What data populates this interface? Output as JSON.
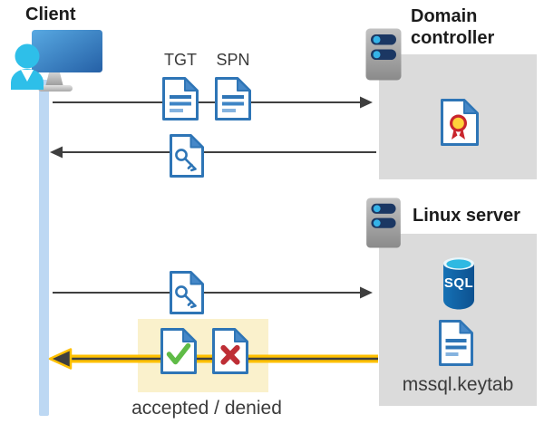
{
  "client": {
    "label": "Client"
  },
  "domain_controller": {
    "label": "Domain controller"
  },
  "linux_server": {
    "label": "Linux server",
    "sql_label": "SQL",
    "keytab_label": "mssql.keytab"
  },
  "flow": {
    "tgt_label": "TGT",
    "spn_label": "SPN",
    "result_label": "accepted / denied"
  },
  "icons": {
    "client": "desktop-user-icon",
    "domain_controller": "server-icon",
    "linux_server": "server-icon",
    "tgt": "document-icon",
    "spn": "document-icon",
    "service_ticket": "key-document-icon",
    "certificate": "certificate-document-icon",
    "database": "sql-database-icon",
    "keytab_file": "document-icon",
    "accepted": "check-document-icon",
    "denied": "cross-document-icon"
  },
  "colors": {
    "doc_border_blue": "#2e75b6",
    "doc_fold_blue": "#4688c8",
    "timeline_blue": "#bdd8f3",
    "box_gray": "#dbdbdb",
    "highlight_yellow": "#faf1cc",
    "arrow_dark": "#3f3f3f",
    "arrow_yellow": "#ffc000",
    "check_green": "#5fbb46",
    "cross_red": "#be2e35",
    "person_cyan": "#2ebfe9",
    "sql_body_blue": "#1164a8",
    "sql_top_cyan": "#2fb9e2",
    "server_pill_navy": "#1b3763"
  }
}
